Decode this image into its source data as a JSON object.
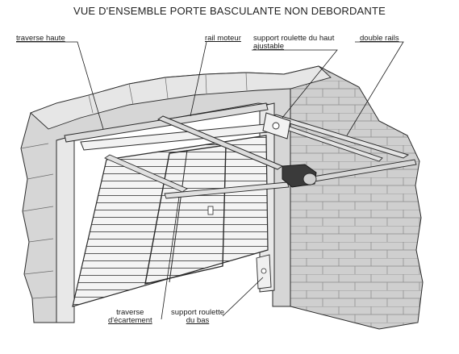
{
  "title": "VUE D'ENSEMBLE PORTE BASCULANTE NON DEBORDANTE",
  "labels": {
    "traverse_haute": "traverse haute",
    "rail_moteur": "rail moteur",
    "support_haut_line1": "support roulette du haut",
    "support_haut_line2": "ajustable",
    "double_rails": "double rails",
    "traverse_ecart_line1": "traverse",
    "traverse_ecart_line2": "d'écartement",
    "support_bas_line1": "support roulette",
    "support_bas_line2": "du bas"
  },
  "colors": {
    "stone_light": "#e4e4e4",
    "stone_mid": "#c8c8c8",
    "stone_dark": "#a9a9a9",
    "metal": "#d2d2d2",
    "outline": "#2a2a2a"
  }
}
